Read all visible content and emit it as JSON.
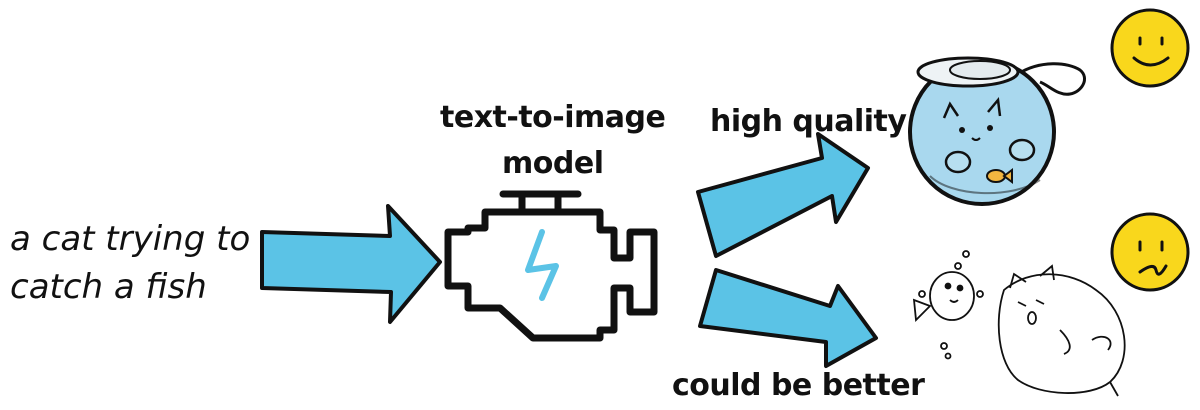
{
  "prompt": {
    "line1": "a cat trying to",
    "line2": "catch a fish"
  },
  "model": {
    "line1": "text-to-image",
    "line2": "model",
    "icon": "engine-icon"
  },
  "outputs": {
    "high": {
      "label": "high quality",
      "image_icon": "cat-in-fishbowl-icon",
      "face_icon": "smiley-face-icon"
    },
    "low": {
      "label": "could be better",
      "image_icon": "cat-and-fish-sketch-icon",
      "face_icon": "confused-face-icon"
    }
  },
  "colors": {
    "arrow_fill": "#5bc3e6",
    "outline": "#111111",
    "bolt": "#5bc3e6",
    "face": "#f9d71c",
    "bowl_water": "#a9d8ee"
  }
}
